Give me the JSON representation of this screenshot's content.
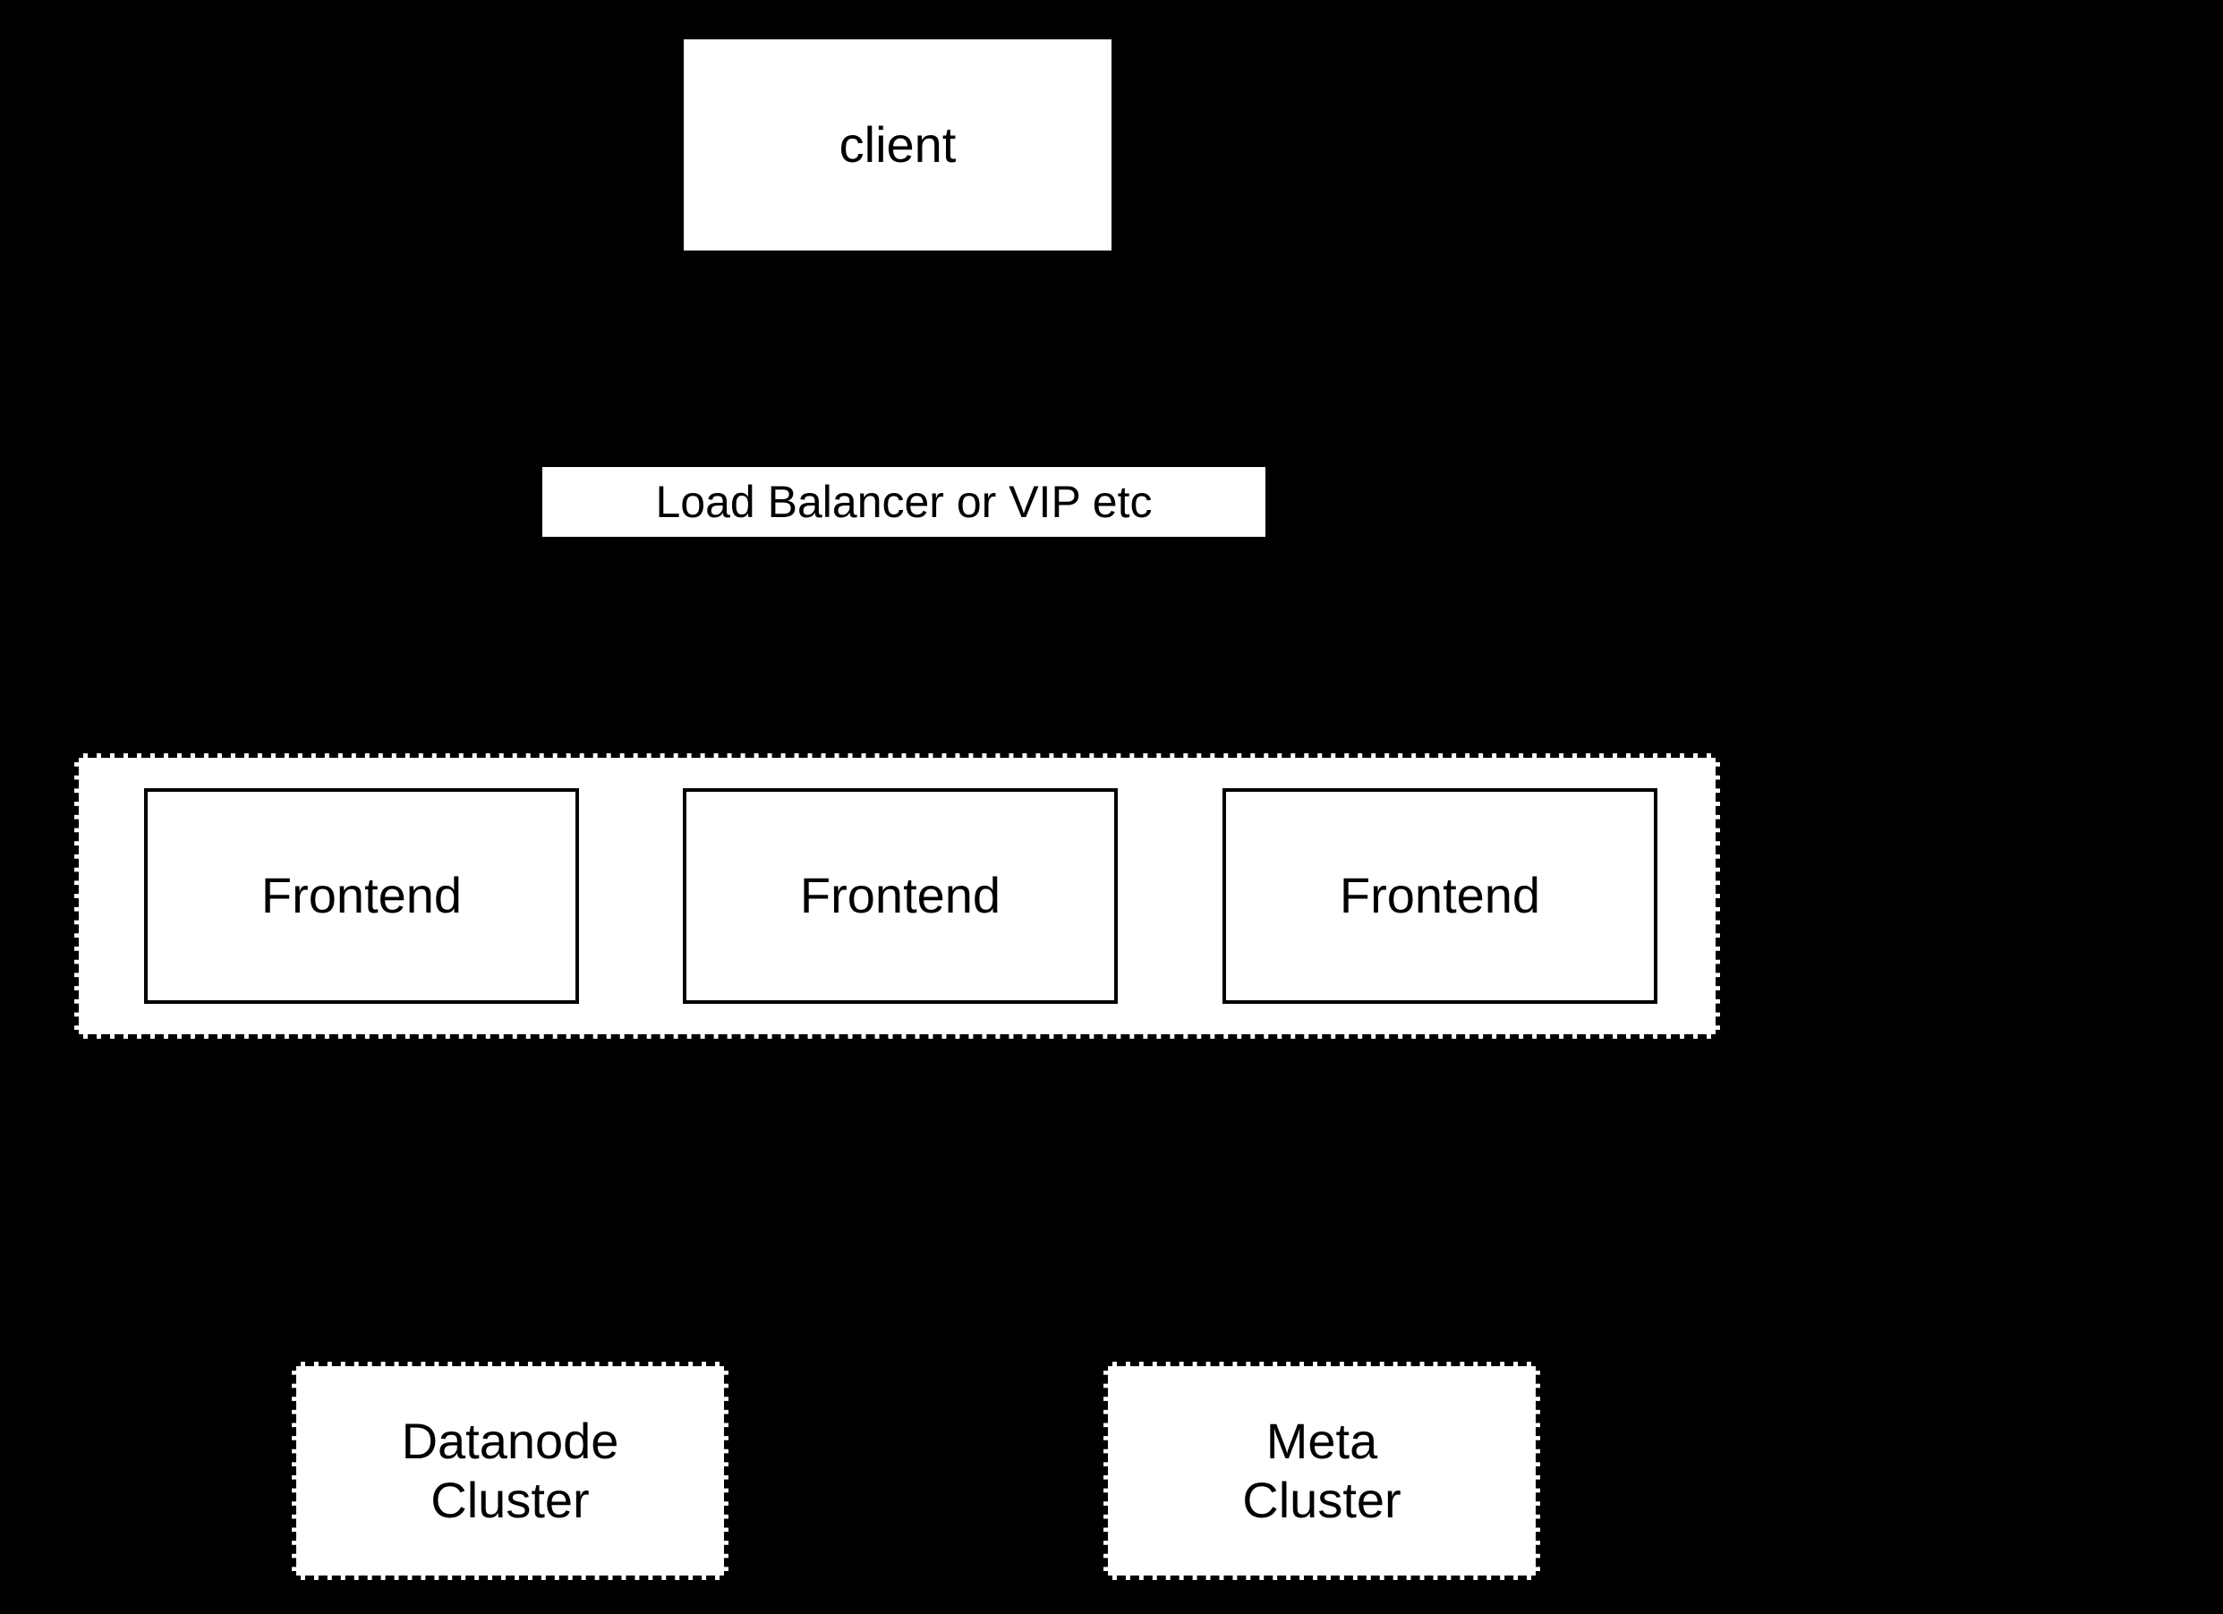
{
  "diagram": {
    "type": "architecture-diagram",
    "colors": {
      "background": "#000000",
      "node_fill": "#ffffff",
      "border": "#000000",
      "text": "#000000"
    },
    "nodes": {
      "client": {
        "label": "client"
      },
      "load_balancer": {
        "label": "Load Balancer or VIP etc"
      },
      "frontend_group": {
        "frontends": [
          {
            "label": "Frontend"
          },
          {
            "label": "Frontend"
          },
          {
            "label": "Frontend"
          }
        ]
      },
      "datanode_cluster": {
        "lines": [
          "Datanode",
          "Cluster"
        ]
      },
      "meta_cluster": {
        "lines": [
          "Meta",
          "Cluster"
        ]
      }
    }
  }
}
